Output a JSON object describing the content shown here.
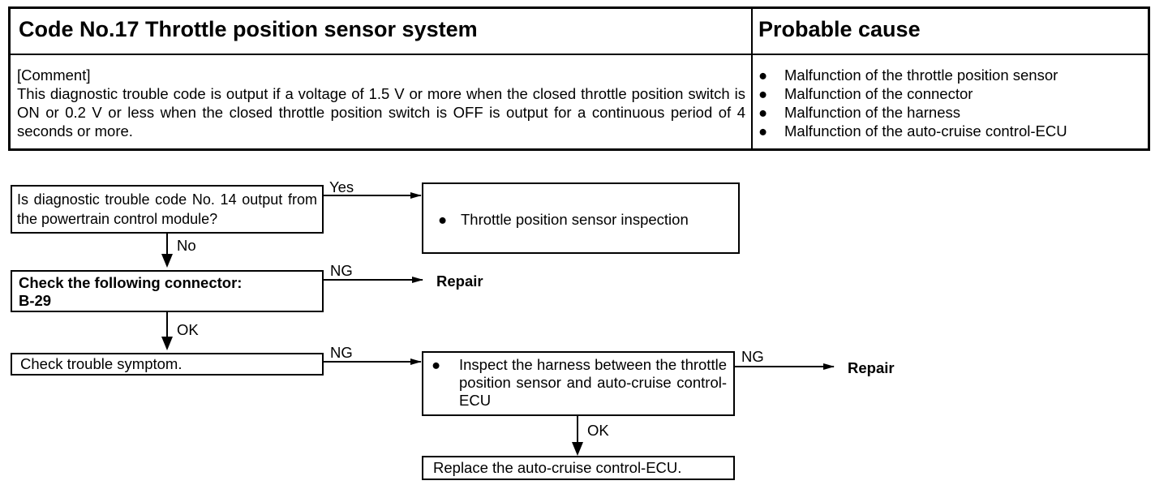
{
  "header": {
    "title": "Code No.17 Throttle position sensor system",
    "cause_heading": "Probable cause"
  },
  "comment": {
    "label": "[Comment]",
    "text": "This diagnostic trouble code is output if a voltage of 1.5 V or more when the closed throttle position switch is ON or 0.2 V or less when the closed throttle position switch is OFF is output for a continuous period of 4 seconds or more."
  },
  "causes": [
    "Malfunction of the throttle position sensor",
    "Malfunction of the connector",
    "Malfunction of the harness",
    "Malfunction of the auto-cruise control-ECU"
  ],
  "bullet_char": "●",
  "flow": {
    "q1": "Is diagnostic trouble code No. 14 output from the powertrain control module?",
    "q1_yes": "Yes",
    "q1_no": "No",
    "tps_inspection": "Throttle position sensor inspection",
    "check_connector": "Check the following connector:",
    "connector_id": "B-29",
    "ng1": "NG",
    "repair1": "Repair",
    "ok1": "OK",
    "check_symptom": "Check trouble symptom.",
    "ng2": "NG",
    "inspect_harness": "Inspect the harness between the throttle position sensor and auto-cruise control-ECU",
    "ng3": "NG",
    "repair2": "Repair",
    "ok2": "OK",
    "replace_ecu": "Replace the auto-cruise control-ECU."
  }
}
